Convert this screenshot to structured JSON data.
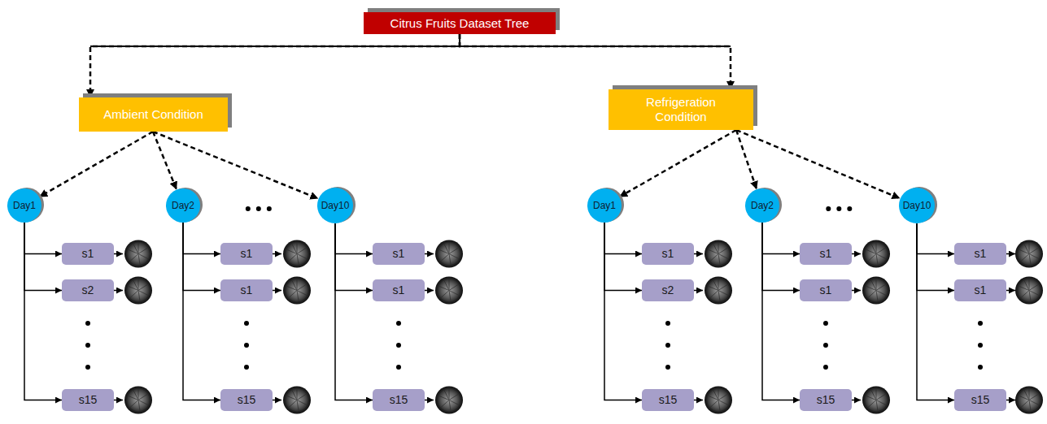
{
  "diagram": {
    "nodes": [
      {
        "text": [
          "Citrus Fruits Dataset Tree"
        ]
      },
      {
        "text": [
          "Ambient Condition"
        ]
      },
      {
        "text": [
          "Refrigeration Condition"
        ]
      },
      {
        "text": [
          "Day1"
        ]
      },
      {
        "text": [
          "Day2"
        ]
      },
      {
        "text": [
          "Day10"
        ]
      },
      {
        "text": [
          "Day1"
        ]
      },
      {
        "text": [
          "Day2"
        ]
      },
      {
        "text": [
          "Day10"
        ]
      },
      {
        "text": [
          "s1"
        ]
      },
      {
        "text": [
          "s2"
        ]
      },
      {
        "text": [
          "s15"
        ]
      },
      {
        "text": [
          "s1"
        ]
      },
      {
        "text": [
          "s1"
        ]
      },
      {
        "text": [
          "s15"
        ]
      },
      {
        "text": [
          "s1"
        ]
      },
      {
        "text": [
          "s1"
        ]
      },
      {
        "text": [
          "s15"
        ]
      },
      {
        "text": [
          "s1"
        ]
      },
      {
        "text": [
          "s2"
        ]
      },
      {
        "text": [
          "s15"
        ]
      },
      {
        "text": [
          "s1"
        ]
      },
      {
        "text": [
          "s1"
        ]
      },
      {
        "text": [
          "s15"
        ]
      },
      {
        "text": [
          "s1"
        ]
      },
      {
        "text": [
          "s1"
        ]
      },
      {
        "text": [
          "s15"
        ]
      }
    ],
    "edges": [
      {
        "from": 0,
        "to": 1,
        "arrow": "to"
      },
      {
        "from": 0,
        "to": 2,
        "arrow": "to"
      },
      {
        "from": 1,
        "to": 3,
        "arrow": "to"
      },
      {
        "from": 1,
        "to": 4,
        "arrow": "to"
      },
      {
        "from": 1,
        "to": 5,
        "arrow": "to"
      },
      {
        "from": 2,
        "to": 6,
        "arrow": "to"
      },
      {
        "from": 2,
        "to": 7,
        "arrow": "to"
      },
      {
        "from": 2,
        "to": 8,
        "arrow": "to"
      },
      {
        "from": 3,
        "to": 9,
        "arrow": "to"
      },
      {
        "from": 3,
        "to": 10,
        "arrow": "to"
      },
      {
        "from": 3,
        "to": 11,
        "arrow": "to"
      },
      {
        "from": 4,
        "to": 12,
        "arrow": "to"
      },
      {
        "from": 4,
        "to": 13,
        "arrow": "to"
      },
      {
        "from": 4,
        "to": 14,
        "arrow": "to"
      },
      {
        "from": 5,
        "to": 15,
        "arrow": "to"
      },
      {
        "from": 5,
        "to": 16,
        "arrow": "to"
      },
      {
        "from": 5,
        "to": 17,
        "arrow": "to"
      },
      {
        "from": 6,
        "to": 18,
        "arrow": "to"
      },
      {
        "from": 6,
        "to": 19,
        "arrow": "to"
      },
      {
        "from": 6,
        "to": 20,
        "arrow": "to"
      },
      {
        "from": 7,
        "to": 21,
        "arrow": "to"
      },
      {
        "from": 7,
        "to": 22,
        "arrow": "to"
      },
      {
        "from": 7,
        "to": 23,
        "arrow": "to"
      },
      {
        "from": 8,
        "to": 24,
        "arrow": "to"
      },
      {
        "from": 8,
        "to": 25,
        "arrow": "to"
      },
      {
        "from": 8,
        "to": 26,
        "arrow": "to"
      }
    ]
  }
}
